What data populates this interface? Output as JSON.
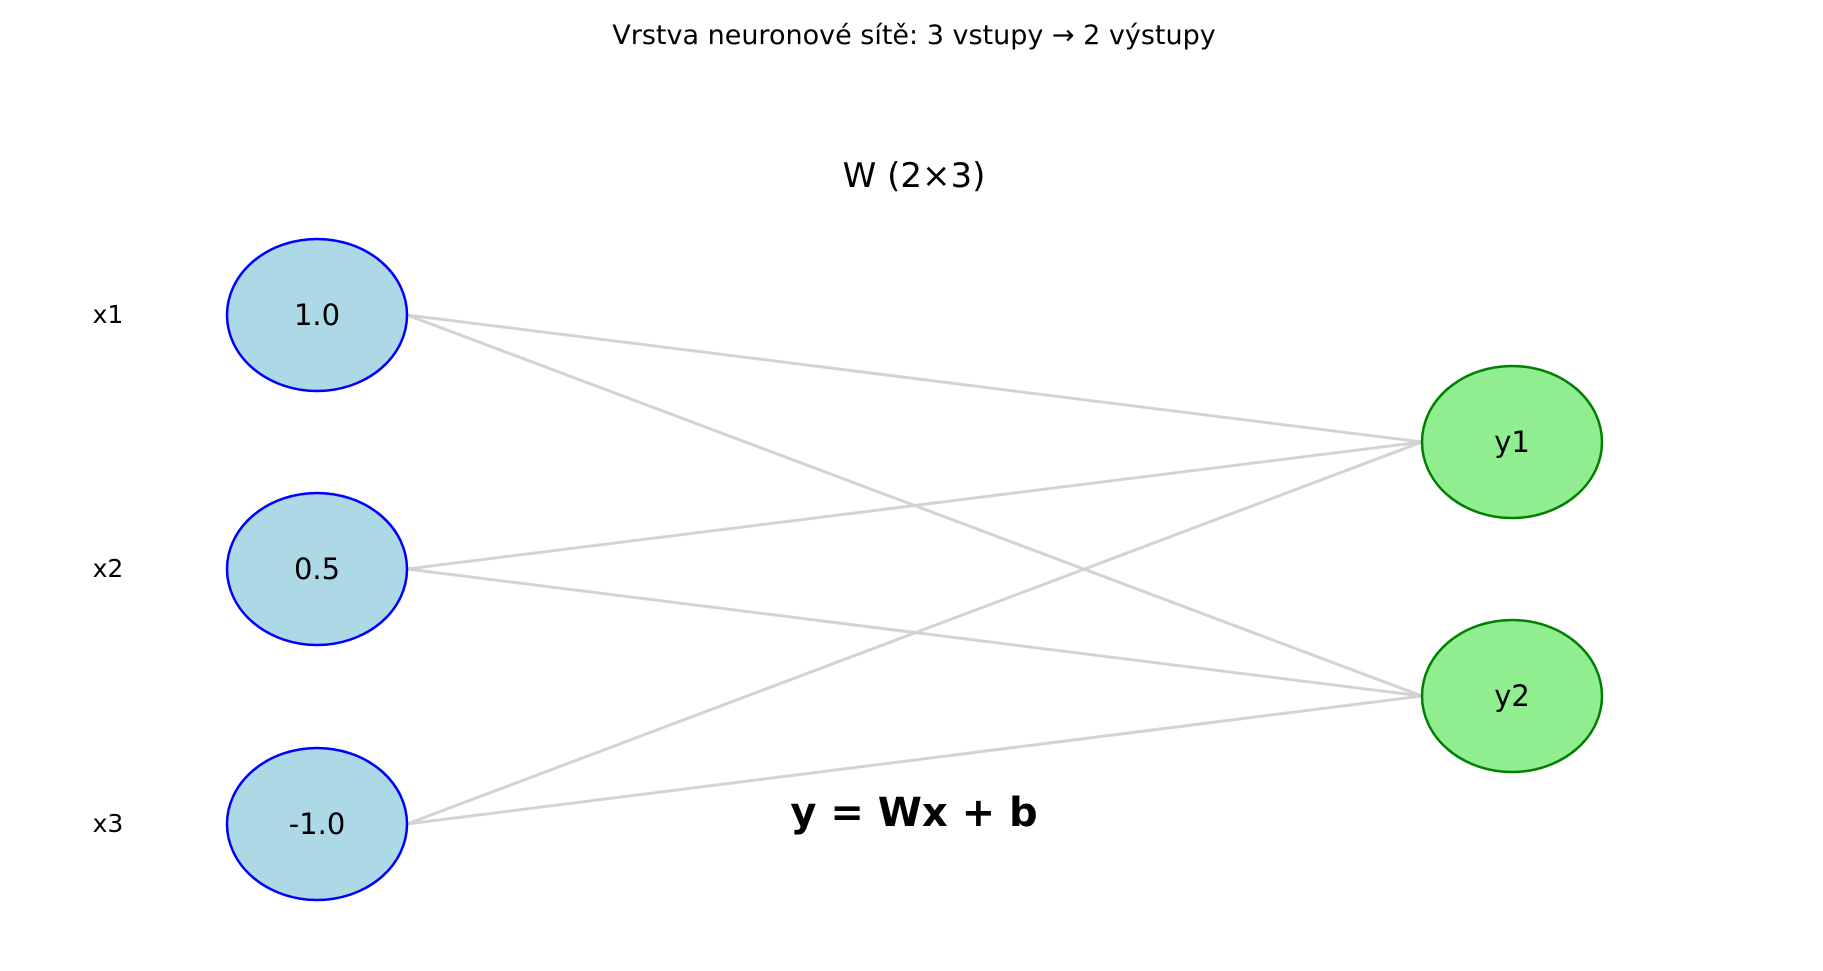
{
  "title": "Vrstva neuronové sítě: 3 vstupy → 2 výstupy",
  "weight_label": "W (2×3)",
  "equation": "y = Wx + b",
  "inputs": [
    {
      "label": "x1",
      "value": "1.0"
    },
    {
      "label": "x2",
      "value": "0.5"
    },
    {
      "label": "x3",
      "value": "-1.0"
    }
  ],
  "outputs": [
    {
      "label": "y1"
    },
    {
      "label": "y2"
    }
  ],
  "colors": {
    "input_fill": "#add8e6",
    "input_stroke": "#0000ff",
    "output_fill": "#90ee90",
    "output_stroke": "#008000",
    "edge": "#d3d3d3"
  }
}
